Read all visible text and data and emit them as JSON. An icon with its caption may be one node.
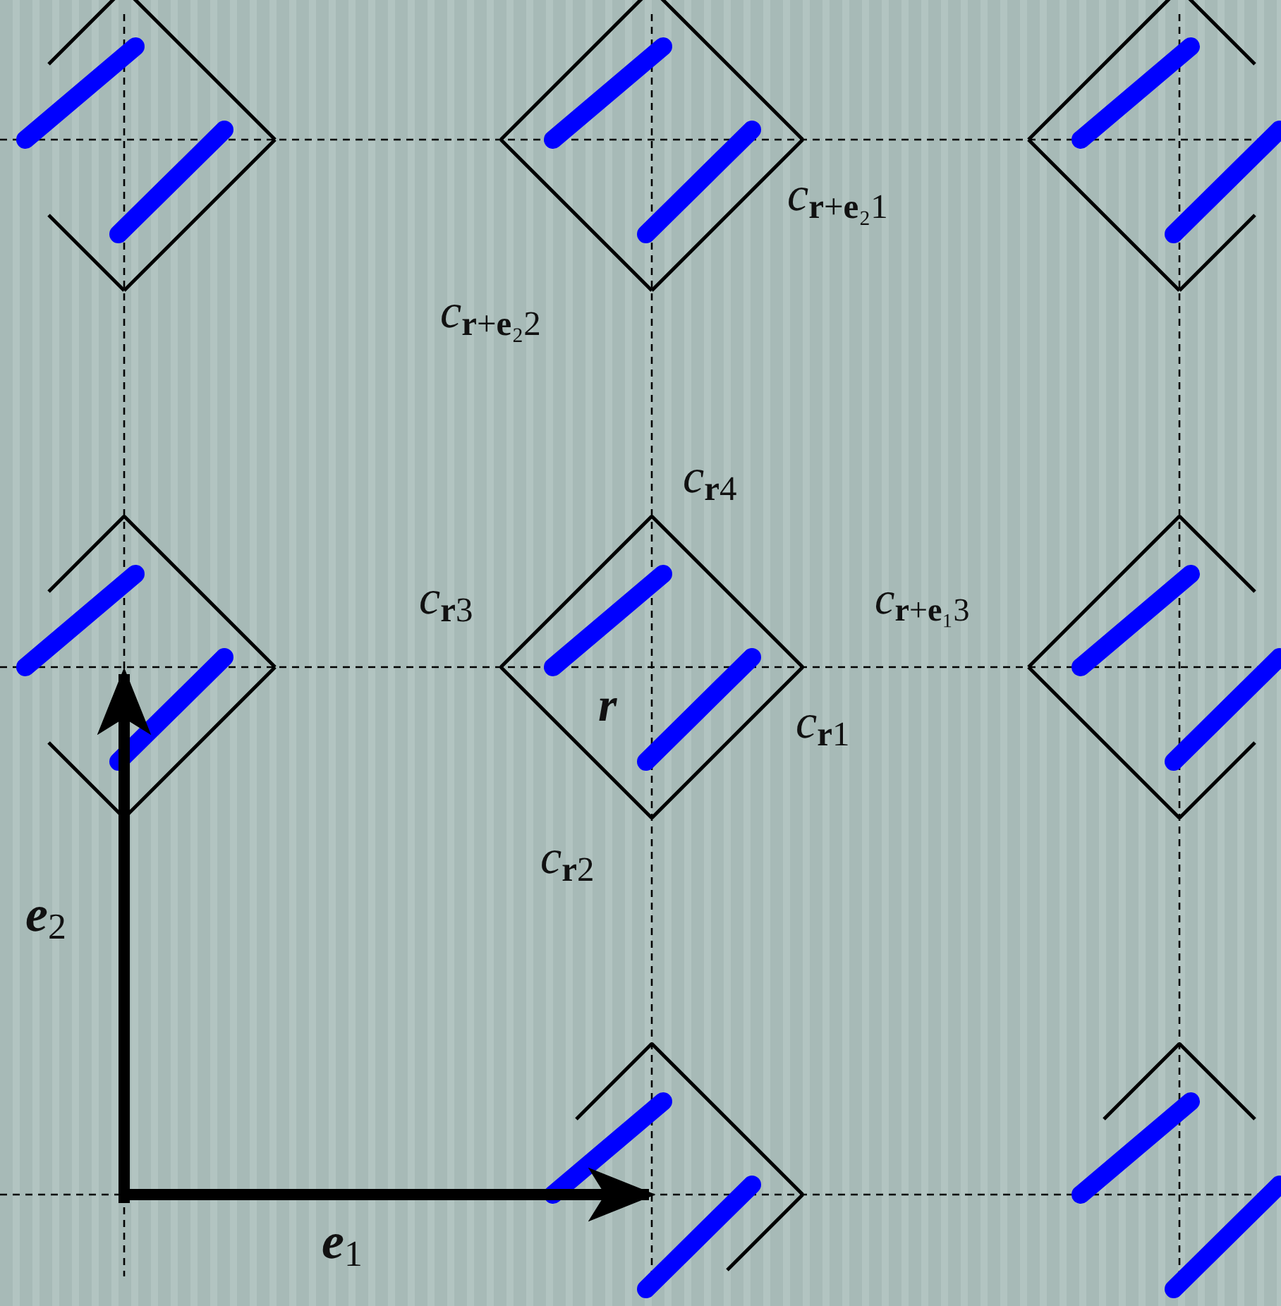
{
  "diagram": {
    "labels": [
      "c**$_{r}$**$_{+}$**$_{e}$**$_{₂1}$",
      "c**$_{r}$**$_{+}$**$_{e}$**$_{₂2}$",
      "c**$_{r}$**$_{4}$",
      "c**$_{r}$**$_{3}$",
      "c**$_{r}$**$_{+}$**$_{e}$**$_{₁3}$",
      "**r**",
      "c**$_{r}$**$_{1}$",
      "c**$_{r}$**$_{2}$",
      "**e**$_{2}$",
      "**e**$_{1}$"
    ]
  }
}
